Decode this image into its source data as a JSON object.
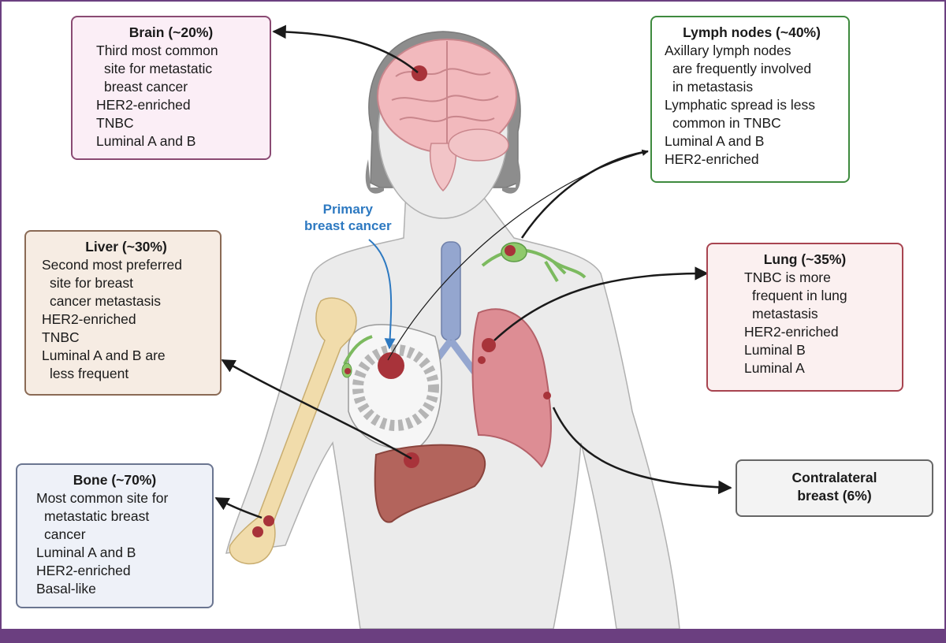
{
  "primary": {
    "line1": "Primary",
    "line2": "breast cancer"
  },
  "brain": {
    "title": "Brain (~20%)",
    "lines": [
      "Third most common",
      "site for metastatic",
      "breast cancer",
      "HER2-enriched",
      "TNBC",
      "Luminal A and B"
    ]
  },
  "lymph": {
    "title": "Lymph nodes (~40%)",
    "lines": [
      "Axillary lymph nodes",
      "are frequently involved",
      "in metastasis",
      "Lymphatic spread is less",
      "common in TNBC",
      "Luminal A and B",
      "HER2-enriched"
    ]
  },
  "liver": {
    "title": "Liver (~30%)",
    "lines": [
      "Second most preferred",
      "site for breast",
      "cancer metastasis",
      "HER2-enriched",
      "TNBC",
      "Luminal A and B are",
      "less frequent"
    ]
  },
  "lung": {
    "title": "Lung (~35%)",
    "lines": [
      "TNBC is more",
      "frequent in lung",
      "metastasis",
      "HER2-enriched",
      "Luminal B",
      "Luminal A"
    ]
  },
  "bone": {
    "title": "Bone (~70%)",
    "lines": [
      "Most common site for",
      "metastatic breast",
      "cancer",
      "Luminal A and B",
      "HER2-enriched",
      "Basal-like"
    ]
  },
  "contralateral": {
    "line1": "Contralateral",
    "line2": "breast (6%)"
  },
  "colors": {
    "brain_border": "#8a4a73",
    "brain_fill": "#fbeef6",
    "lymph_border": "#3e8a3e",
    "lymph_fill": "#ffffff",
    "liver_border": "#8a6a55",
    "liver_fill": "#f6ece3",
    "lung_border": "#a84450",
    "lung_fill": "#fbf0f0",
    "bone_border": "#6a7590",
    "bone_fill": "#eef1f8",
    "contra_border": "#666666",
    "contra_fill": "#f3f3f3",
    "primary_label": "#2d79c1",
    "tumor": "#a8333a",
    "frame": "#6b3f80"
  }
}
